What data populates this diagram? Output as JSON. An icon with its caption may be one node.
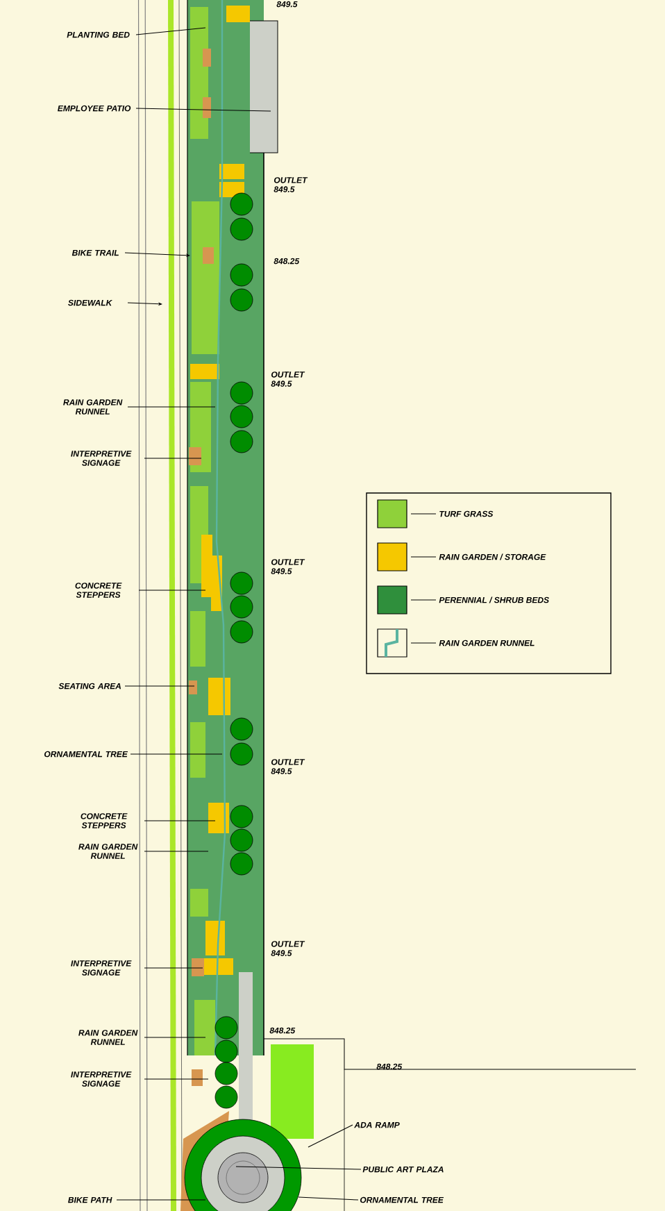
{
  "diagram": {
    "nodes": [
      {
        "text": [
          "PLANTING BED"
        ]
      },
      {
        "text": [
          "EMPLOYEE PATIO"
        ]
      },
      {
        "text": [
          "BIKE TRAIL"
        ]
      },
      {
        "text": [
          "SIDEWALK"
        ]
      },
      {
        "text": [
          "RAIN GARDEN RUNNEL"
        ]
      },
      {
        "text": [
          "INTERPRETIVE SIGNAGE"
        ]
      },
      {
        "text": [
          "CONCRETE STEPPERS"
        ]
      },
      {
        "text": [
          "SEATING AREA"
        ]
      },
      {
        "text": [
          "ORNAMENTAL TREE"
        ]
      },
      {
        "text": [
          "CONCRETE STEPPERS"
        ]
      },
      {
        "text": [
          "RAIN GARDEN RUNNEL"
        ]
      },
      {
        "text": [
          "INTERPRETIVE SIGNAGE"
        ]
      },
      {
        "text": [
          "RAIN GARDEN RUNNEL"
        ]
      },
      {
        "text": [
          "INTERPRETIVE SIGNAGE"
        ]
      },
      {
        "text": [
          "BIKE PATH"
        ]
      },
      {
        "text": [
          "ADA RAMP"
        ]
      },
      {
        "text": [
          "PUBLIC ART PLAZA"
        ]
      },
      {
        "text": [
          "ORNAMENTAL TREE"
        ]
      }
    ],
    "edges": [
      {
        "from": 0,
        "to": null,
        "arrow": "none"
      },
      {
        "from": 1,
        "to": null,
        "arrow": "none"
      },
      {
        "from": 2,
        "to": null,
        "arrow": "to"
      },
      {
        "from": 3,
        "to": null,
        "arrow": "to"
      },
      {
        "from": 4,
        "to": null,
        "arrow": "none"
      },
      {
        "from": 5,
        "to": null,
        "arrow": "none"
      },
      {
        "from": 6,
        "to": null,
        "arrow": "none"
      },
      {
        "from": 7,
        "to": null,
        "arrow": "none"
      },
      {
        "from": 8,
        "to": null,
        "arrow": "none"
      },
      {
        "from": 9,
        "to": null,
        "arrow": "none"
      },
      {
        "from": 10,
        "to": null,
        "arrow": "none"
      },
      {
        "from": 11,
        "to": null,
        "arrow": "none"
      },
      {
        "from": 12,
        "to": null,
        "arrow": "none"
      },
      {
        "from": 13,
        "to": null,
        "arrow": "none"
      },
      {
        "from": 14,
        "to": null,
        "arrow": "none"
      },
      {
        "from": 15,
        "to": null,
        "arrow": "none"
      },
      {
        "from": 16,
        "to": null,
        "arrow": "none"
      },
      {
        "from": 17,
        "to": null,
        "arrow": "none"
      }
    ],
    "labels": [
      "849.5",
      "OUTLET 849.5",
      "848.25",
      "OUTLET 849.5",
      "OUTLET 849.5",
      "OUTLET 849.5",
      "OUTLET 849.5",
      "848.25",
      "848.25"
    ],
    "legend": [
      {
        "text": "TURF GRASS",
        "color": "#8fd13a"
      },
      {
        "text": "RAIN GARDEN / STORAGE",
        "color": "#f5c800"
      },
      {
        "text": "PERENNIAL / SHRUB BEDS",
        "color": "#2f8f3c"
      },
      {
        "text": "RAIN GARDEN RUNNEL"
      }
    ]
  }
}
